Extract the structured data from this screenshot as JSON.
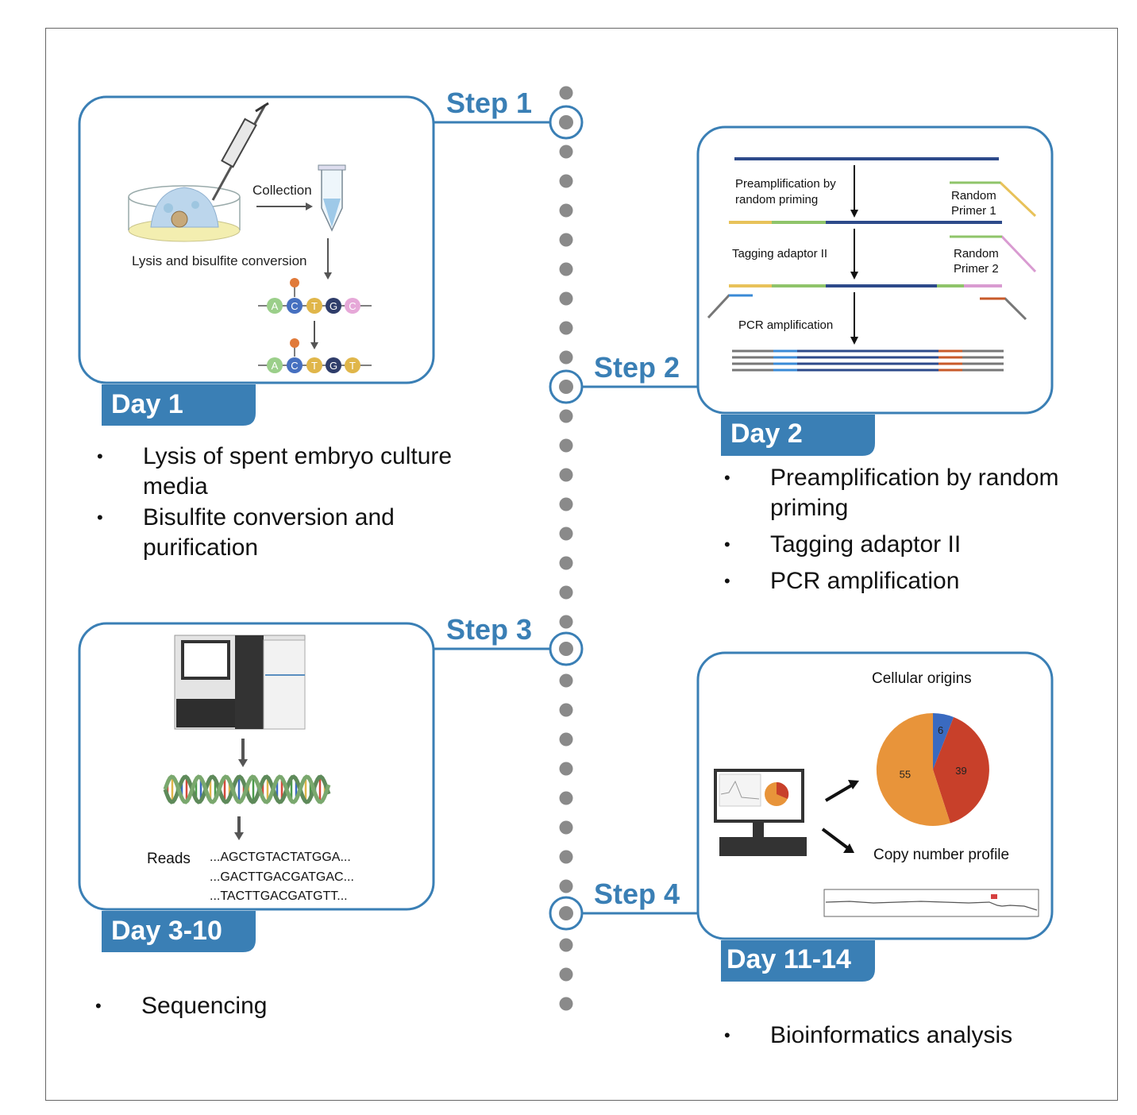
{
  "colors": {
    "accent": "#3a7fb5",
    "dots": "#8a8a8a",
    "frame": "#666666"
  },
  "steps": [
    {
      "label": "Step 1"
    },
    {
      "label": "Step 2"
    },
    {
      "label": "Step 3"
    },
    {
      "label": "Step 4"
    }
  ],
  "days": [
    "Day 1",
    "Day 2",
    "Day 3-10",
    "Day 11-14"
  ],
  "panel1": {
    "collection": "Collection",
    "lysis": "Lysis and bisulfite conversion",
    "bases_before": [
      "A",
      "C",
      "T",
      "G",
      "C"
    ],
    "bases_after": [
      "A",
      "C",
      "T",
      "G",
      "T"
    ]
  },
  "panel2": {
    "preamp_1": "Preamplification by",
    "preamp_2": "random priming",
    "tagging": "Tagging adaptor II",
    "pcr": "PCR amplification",
    "primer1_1": "Random",
    "primer1_2": "Primer 1",
    "primer2_1": "Random",
    "primer2_2": "Primer 2"
  },
  "panel3": {
    "reads_label": "Reads",
    "reads": [
      "...AGCTGTACTATGGA...",
      "...GACTTGACGATGAC...",
      "...TACTTGACGATGTT..."
    ]
  },
  "panel4": {
    "cellular_origins": "Cellular origins",
    "copy_number": "Copy number profile",
    "pie_labels": [
      "6",
      "55",
      "39"
    ],
    "pie_values": [
      6,
      55,
      39
    ]
  },
  "bullets1": [
    "Lysis of spent embryo culture media",
    "Bisulfite conversion and purification"
  ],
  "bullets2": [
    "Preamplification by random priming",
    "Tagging adaptor II",
    "PCR amplification"
  ],
  "bullets3": [
    "Sequencing"
  ],
  "bullets4": [
    "Bioinformatics analysis"
  ]
}
